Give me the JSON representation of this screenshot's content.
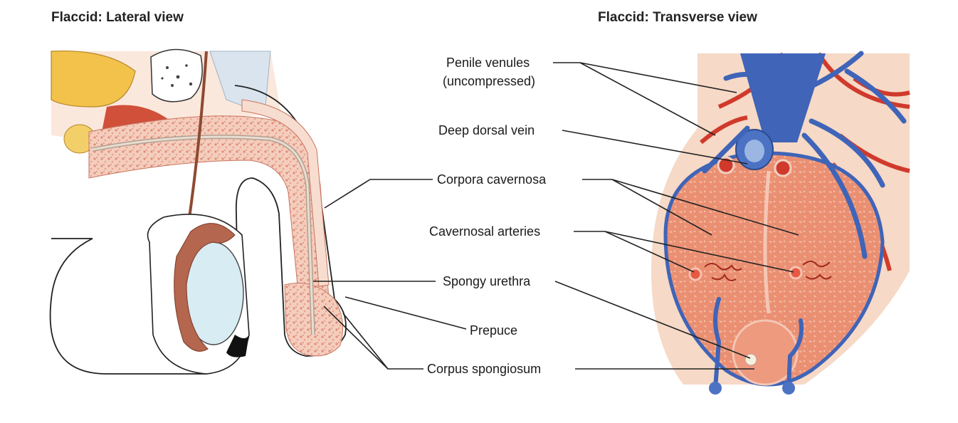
{
  "titles": {
    "left": "Flaccid: Lateral view",
    "right": "Flaccid: Transverse view"
  },
  "labels": {
    "penile_venules_1": "Penile venules",
    "penile_venules_2": "(uncompressed)",
    "deep_dorsal_vein": "Deep dorsal vein",
    "corpora_cavernosa": "Corpora cavernosa",
    "cavernosal_arteries": "Cavernosal arteries",
    "spongy_urethra": "Spongy urethra",
    "prepuce": "Prepuce",
    "corpus_spongiosum": "Corpus spongiosum"
  },
  "colors": {
    "erectile_tissue": "#e98a6e",
    "tissue_light": "#f3c3b0",
    "vein_blue": "#3f64b8",
    "artery_red": "#d03a2c",
    "skin": "#f6d9c6",
    "testis": "#d8ecf3",
    "epididymis": "#b4664e",
    "gland_yellow": "#f2c24a"
  }
}
